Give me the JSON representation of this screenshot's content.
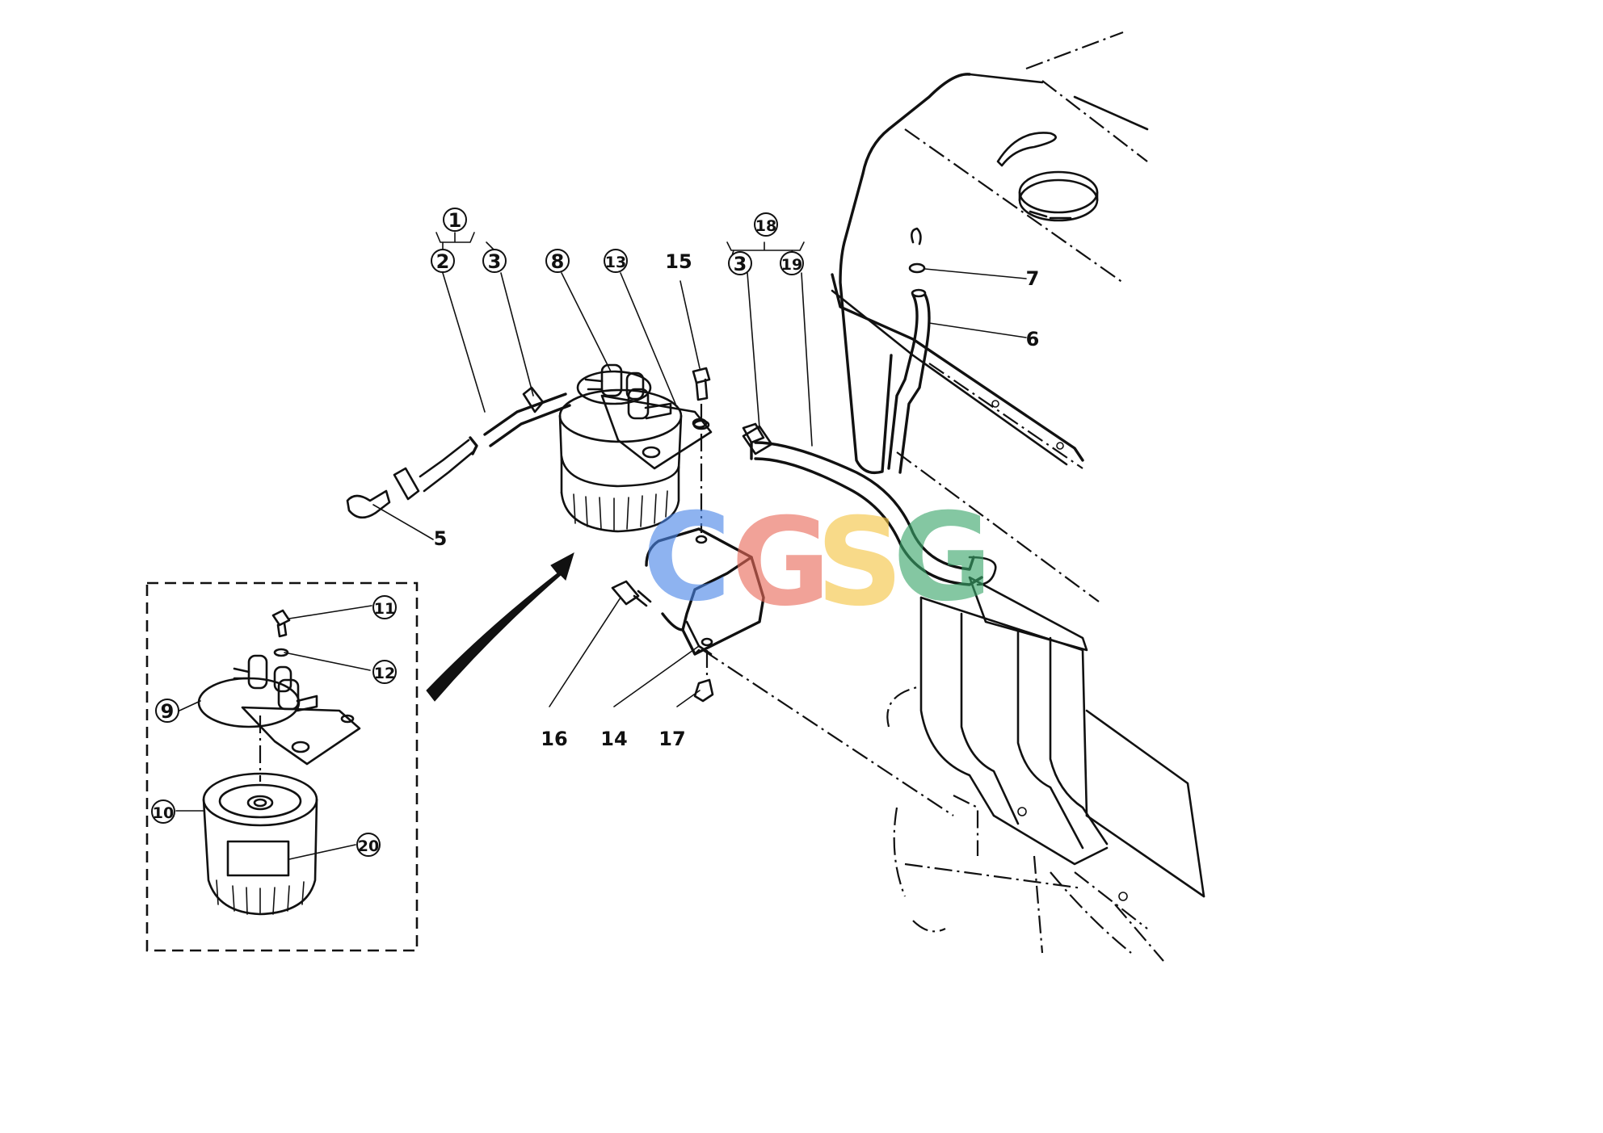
{
  "diagram": {
    "callouts": [
      {
        "id": "c1",
        "label": "1",
        "circled": true
      },
      {
        "id": "c2",
        "label": "2",
        "circled": true
      },
      {
        "id": "c3a",
        "label": "3",
        "circled": true
      },
      {
        "id": "c8",
        "label": "8",
        "circled": true
      },
      {
        "id": "c13",
        "label": "13",
        "circled": true
      },
      {
        "id": "c15",
        "label": "15",
        "circled": false
      },
      {
        "id": "c18",
        "label": "18",
        "circled": true
      },
      {
        "id": "c3b",
        "label": "3",
        "circled": true
      },
      {
        "id": "c19",
        "label": "19",
        "circled": true
      },
      {
        "id": "c7",
        "label": "7",
        "circled": false
      },
      {
        "id": "c6",
        "label": "6",
        "circled": false
      },
      {
        "id": "c5",
        "label": "5",
        "circled": false
      },
      {
        "id": "c11",
        "label": "11",
        "circled": true
      },
      {
        "id": "c12",
        "label": "12",
        "circled": true
      },
      {
        "id": "c9",
        "label": "9",
        "circled": true
      },
      {
        "id": "c10",
        "label": "10",
        "circled": true
      },
      {
        "id": "c20",
        "label": "20",
        "circled": true
      },
      {
        "id": "c16",
        "label": "16",
        "circled": false
      },
      {
        "id": "c14",
        "label": "14",
        "circled": false
      },
      {
        "id": "c17",
        "label": "17",
        "circled": false
      }
    ]
  },
  "watermark": {
    "letters": [
      "C",
      "G",
      "S",
      "G"
    ],
    "colors": [
      "#4a86e8",
      "#ea6a5a",
      "#f5c542",
      "#3aa66a"
    ]
  }
}
